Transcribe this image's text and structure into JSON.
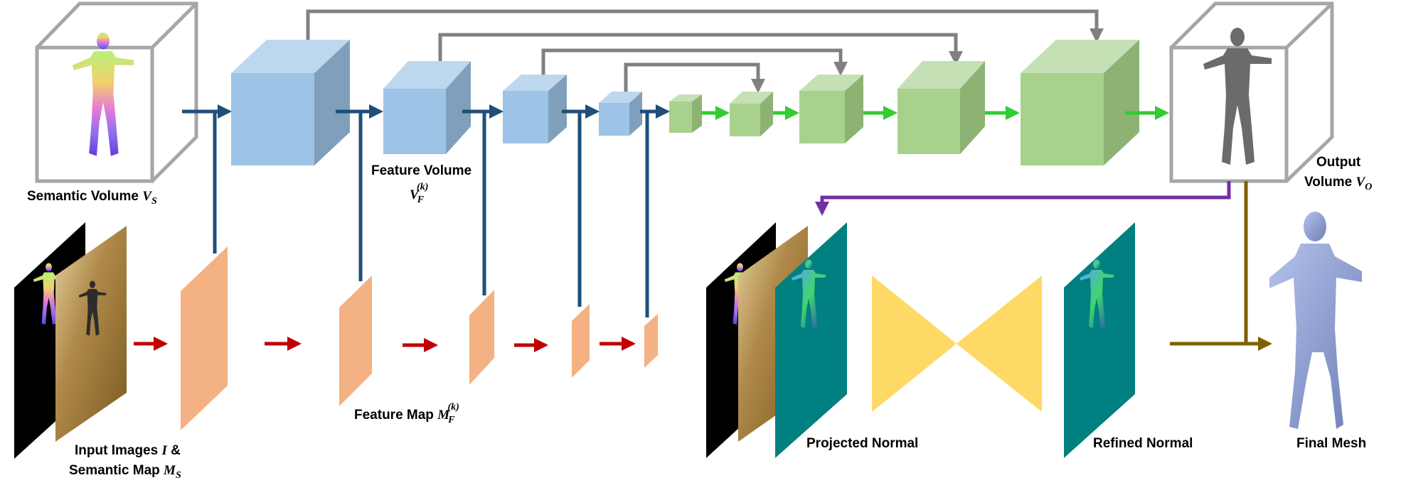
{
  "labels": {
    "semantic_volume": {
      "text": "Semantic Volume ",
      "sym": "V",
      "sub": "S"
    },
    "feature_volume": {
      "line1": "Feature Volume",
      "sym": "V",
      "sub": "F",
      "sup": "(k)"
    },
    "feature_map": {
      "text": "Feature Map ",
      "sym": "M",
      "sub": "F",
      "sup": "(k)"
    },
    "input_images": {
      "line1_text": "Input Images ",
      "line1_sym": "I",
      "line1_tail": " &",
      "line2_text": "Semantic Map ",
      "line2_sym": "M",
      "line2_sub": "S"
    },
    "output_volume": {
      "line1": "Output",
      "line2_text": "Volume ",
      "sym": "V",
      "sub": "O"
    },
    "projected_normal": "Projected Normal",
    "refined_normal": "Refined  Normal",
    "final_mesh": "Final Mesh"
  },
  "colors": {
    "blue_cube": "#9dc3e6",
    "green_cube": "#a9d18e",
    "orange_map": "#f4b183",
    "teal_normal": "#008080",
    "yellow_bowtie": "#ffd966",
    "arrow_blue": "#1f4e79",
    "arrow_green": "#33cc33",
    "arrow_red": "#c00000",
    "arrow_gray": "#808080",
    "arrow_purple": "#7030a0",
    "arrow_brown": "#7f6000",
    "frame_gray": "#a6a6a6",
    "mesh_blue": "#8e9fcf"
  }
}
